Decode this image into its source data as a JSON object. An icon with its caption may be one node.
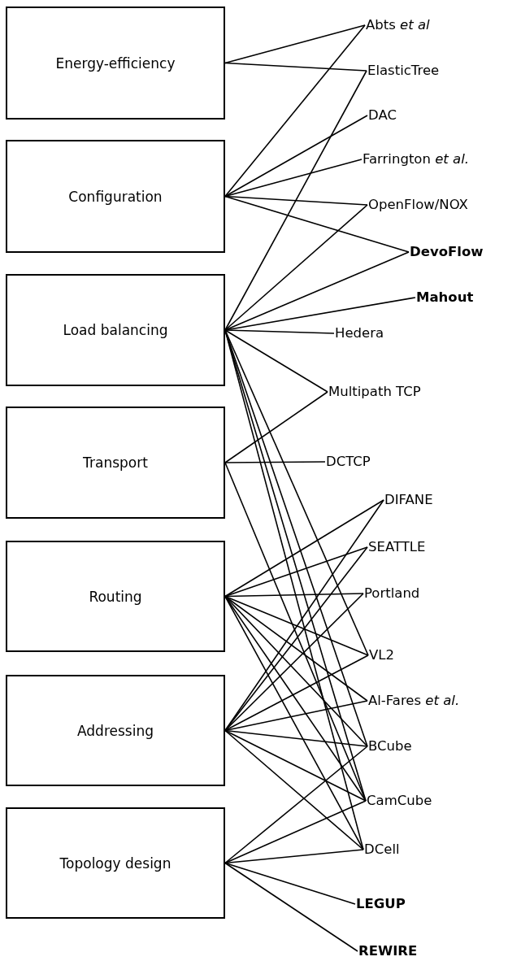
{
  "diagram": {
    "nodes": [
      {
        "text": [
          "Energy-efficiency"
        ]
      },
      {
        "text": [
          "Configuration"
        ]
      },
      {
        "text": [
          "Load balancing"
        ]
      },
      {
        "text": [
          "Transport"
        ]
      },
      {
        "text": [
          "Routing"
        ]
      },
      {
        "text": [
          "Addressing"
        ]
      },
      {
        "text": [
          "Topology design"
        ]
      },
      {
        "text": [
          "Abts *et al*"
        ]
      },
      {
        "text": [
          "ElasticTree"
        ]
      },
      {
        "text": [
          "DAC"
        ]
      },
      {
        "text": [
          "Farrington *et al.*"
        ]
      },
      {
        "text": [
          "OpenFlow/NOX"
        ]
      },
      {
        "text": [
          "**DevoFlow**"
        ]
      },
      {
        "text": [
          "**Mahout**"
        ]
      },
      {
        "text": [
          "Hedera"
        ]
      },
      {
        "text": [
          "Multipath TCP"
        ]
      },
      {
        "text": [
          "DCTCP"
        ]
      },
      {
        "text": [
          "DIFANE"
        ]
      },
      {
        "text": [
          "SEATTLE"
        ]
      },
      {
        "text": [
          "Portland"
        ]
      },
      {
        "text": [
          "VL2"
        ]
      },
      {
        "text": [
          "Al-Fares *et al.*"
        ]
      },
      {
        "text": [
          "BCube"
        ]
      },
      {
        "text": [
          "CamCube"
        ]
      },
      {
        "text": [
          "DCell"
        ]
      },
      {
        "text": [
          "**LEGUP**"
        ]
      },
      {
        "text": [
          "**REWIRE**"
        ]
      }
    ],
    "edges": [
      {
        "from": 0,
        "to": 7,
        "arrow": "none"
      },
      {
        "from": 0,
        "to": 8,
        "arrow": "none"
      },
      {
        "from": 1,
        "to": 7,
        "arrow": "none"
      },
      {
        "from": 1,
        "to": 9,
        "arrow": "none"
      },
      {
        "from": 1,
        "to": 10,
        "arrow": "none"
      },
      {
        "from": 1,
        "to": 11,
        "arrow": "none"
      },
      {
        "from": 1,
        "to": 12,
        "arrow": "none"
      },
      {
        "from": 2,
        "to": 8,
        "arrow": "none"
      },
      {
        "from": 2,
        "to": 11,
        "arrow": "none"
      },
      {
        "from": 2,
        "to": 12,
        "arrow": "none"
      },
      {
        "from": 2,
        "to": 13,
        "arrow": "none"
      },
      {
        "from": 2,
        "to": 14,
        "arrow": "none"
      },
      {
        "from": 2,
        "to": 15,
        "arrow": "none"
      },
      {
        "from": 2,
        "to": 20,
        "arrow": "none"
      },
      {
        "from": 2,
        "to": 22,
        "arrow": "none"
      },
      {
        "from": 2,
        "to": 23,
        "arrow": "none"
      },
      {
        "from": 2,
        "to": 24,
        "arrow": "none"
      },
      {
        "from": 3,
        "to": 15,
        "arrow": "none"
      },
      {
        "from": 3,
        "to": 16,
        "arrow": "none"
      },
      {
        "from": 3,
        "to": 23,
        "arrow": "none"
      },
      {
        "from": 4,
        "to": 17,
        "arrow": "none"
      },
      {
        "from": 4,
        "to": 18,
        "arrow": "none"
      },
      {
        "from": 4,
        "to": 19,
        "arrow": "none"
      },
      {
        "from": 4,
        "to": 20,
        "arrow": "none"
      },
      {
        "from": 4,
        "to": 21,
        "arrow": "none"
      },
      {
        "from": 4,
        "to": 22,
        "arrow": "none"
      },
      {
        "from": 4,
        "to": 23,
        "arrow": "none"
      },
      {
        "from": 4,
        "to": 24,
        "arrow": "none"
      },
      {
        "from": 5,
        "to": 17,
        "arrow": "none"
      },
      {
        "from": 5,
        "to": 18,
        "arrow": "none"
      },
      {
        "from": 5,
        "to": 19,
        "arrow": "none"
      },
      {
        "from": 5,
        "to": 20,
        "arrow": "none"
      },
      {
        "from": 5,
        "to": 21,
        "arrow": "none"
      },
      {
        "from": 5,
        "to": 22,
        "arrow": "none"
      },
      {
        "from": 5,
        "to": 23,
        "arrow": "none"
      },
      {
        "from": 5,
        "to": 24,
        "arrow": "none"
      },
      {
        "from": 6,
        "to": 22,
        "arrow": "none"
      },
      {
        "from": 6,
        "to": 23,
        "arrow": "none"
      },
      {
        "from": 6,
        "to": 24,
        "arrow": "none"
      },
      {
        "from": 6,
        "to": 25,
        "arrow": "none"
      },
      {
        "from": 6,
        "to": 26,
        "arrow": "none"
      }
    ]
  }
}
